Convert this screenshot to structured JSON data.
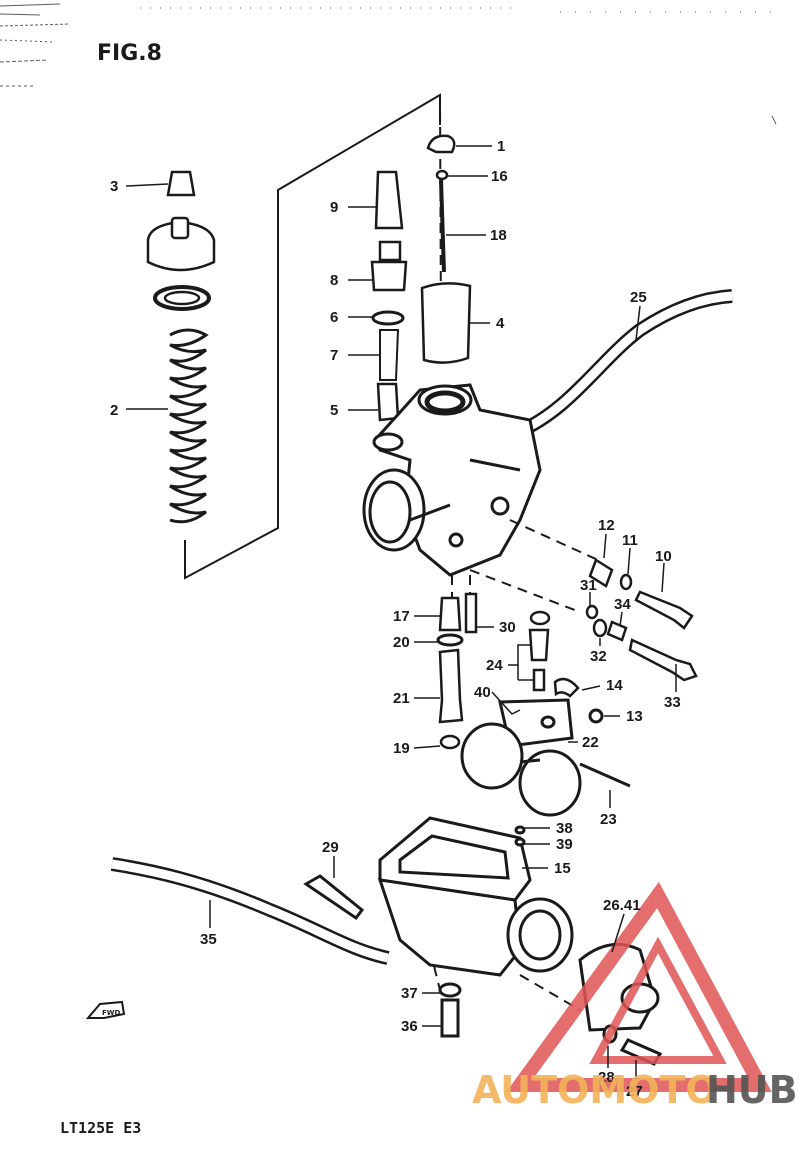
{
  "figure": {
    "title": "FIG.8",
    "model": "LT125E E3",
    "fwd": "FWD"
  },
  "colors": {
    "ink": "#1a1a1a",
    "wm_orange": "#f3b35a",
    "wm_red": "#e05555",
    "wm_gray": "#555555"
  },
  "watermark": {
    "part1": "AUTOMOTO",
    "part2": "HUB"
  },
  "callouts": [
    {
      "id": "c1",
      "label": "1"
    },
    {
      "id": "c16",
      "label": "16"
    },
    {
      "id": "c3",
      "label": "3"
    },
    {
      "id": "c9",
      "label": "9"
    },
    {
      "id": "c18",
      "label": "18"
    },
    {
      "id": "c8",
      "label": "8"
    },
    {
      "id": "c25",
      "label": "25"
    },
    {
      "id": "c6",
      "label": "6"
    },
    {
      "id": "c4",
      "label": "4"
    },
    {
      "id": "c7",
      "label": "7"
    },
    {
      "id": "c2",
      "label": "2"
    },
    {
      "id": "c5",
      "label": "5"
    },
    {
      "id": "c12",
      "label": "12"
    },
    {
      "id": "c11",
      "label": "11"
    },
    {
      "id": "c10",
      "label": "10"
    },
    {
      "id": "c31",
      "label": "31"
    },
    {
      "id": "c34",
      "label": "34"
    },
    {
      "id": "c17",
      "label": "17"
    },
    {
      "id": "c30",
      "label": "30"
    },
    {
      "id": "c20",
      "label": "20"
    },
    {
      "id": "c32",
      "label": "32"
    },
    {
      "id": "c24",
      "label": "24"
    },
    {
      "id": "c14",
      "label": "14"
    },
    {
      "id": "c40",
      "label": "40"
    },
    {
      "id": "c21",
      "label": "21"
    },
    {
      "id": "c33",
      "label": "33"
    },
    {
      "id": "c13",
      "label": "13"
    },
    {
      "id": "c22",
      "label": "22"
    },
    {
      "id": "c19",
      "label": "19"
    },
    {
      "id": "c23",
      "label": "23"
    },
    {
      "id": "c38",
      "label": "38"
    },
    {
      "id": "c39",
      "label": "39"
    },
    {
      "id": "c29",
      "label": "29"
    },
    {
      "id": "c15",
      "label": "15"
    },
    {
      "id": "c2641",
      "label": "26.41"
    },
    {
      "id": "c35",
      "label": "35"
    },
    {
      "id": "c37",
      "label": "37"
    },
    {
      "id": "c36",
      "label": "36"
    },
    {
      "id": "c28",
      "label": "28"
    },
    {
      "id": "c27",
      "label": "27"
    }
  ]
}
